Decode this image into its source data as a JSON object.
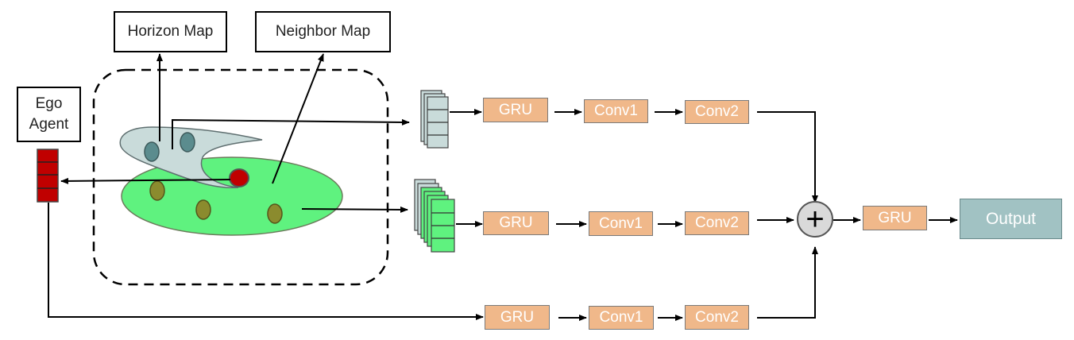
{
  "labels": {
    "horizon_map": "Horizon Map",
    "neighbor_map": "Neighbor Map",
    "ego_agent_line1": "Ego",
    "ego_agent_line2": "Agent"
  },
  "streams": {
    "top": {
      "gru": "GRU",
      "conv1": "Conv1",
      "conv2": "Conv2"
    },
    "middle": {
      "gru": "GRU",
      "conv1": "Conv1",
      "conv2": "Conv2"
    },
    "bottom": {
      "gru": "GRU",
      "conv1": "Conv1",
      "conv2": "Conv2"
    }
  },
  "merge": {
    "gru": "GRU",
    "output": "Output",
    "symbol": "+"
  },
  "colors": {
    "horizon_region": "#c9dbda",
    "neighbor_region": "#5ff27f",
    "ego_vehicle": "#c00000",
    "horizon_agent": "#5b8c8e",
    "neighbor_agent": "#8b8b2e",
    "block_orange": "#f0b88a",
    "output_teal": "#a1c2c3"
  }
}
